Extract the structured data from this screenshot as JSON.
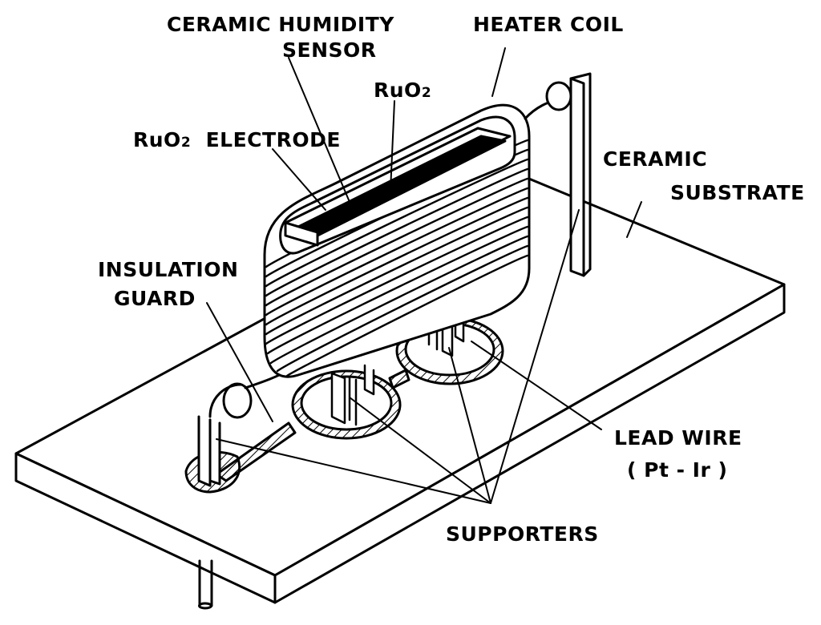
{
  "labels": {
    "sensor_line1": "CERAMIC HUMIDITY",
    "sensor_line2": "SENSOR",
    "heater_coil": "HEATER COIL",
    "ruo2_top_base": "RuO",
    "ruo2_top_sub": "2",
    "electrode_base": "RuO",
    "electrode_sub": "2",
    "electrode_word": "ELECTRODE",
    "substrate_line1": "CERAMIC",
    "substrate_line2": "SUBSTRATE",
    "insulation_line1": "INSULATION",
    "insulation_line2": "GUARD",
    "lead_line1": "LEAD WIRE",
    "lead_line2": "( Pt - Ir )",
    "supporters": "SUPPORTERS"
  },
  "colors": {
    "ink": "#000000",
    "paper": "#ffffff"
  }
}
